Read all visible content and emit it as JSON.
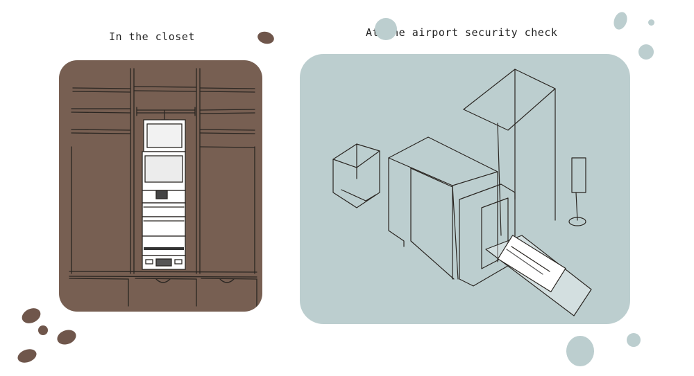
{
  "captions": {
    "closet": "In the closet",
    "airport": "At the airport security check"
  },
  "colors": {
    "closet_panel": "#775f52",
    "airport_panel": "#bccecf",
    "sketch_line": "#2a2622",
    "brown_blob": "#6f564b",
    "blue_blob": "#bccecf"
  },
  "illustrations": {
    "closet": "closet-illustration",
    "airport": "security-scanner-illustration"
  }
}
